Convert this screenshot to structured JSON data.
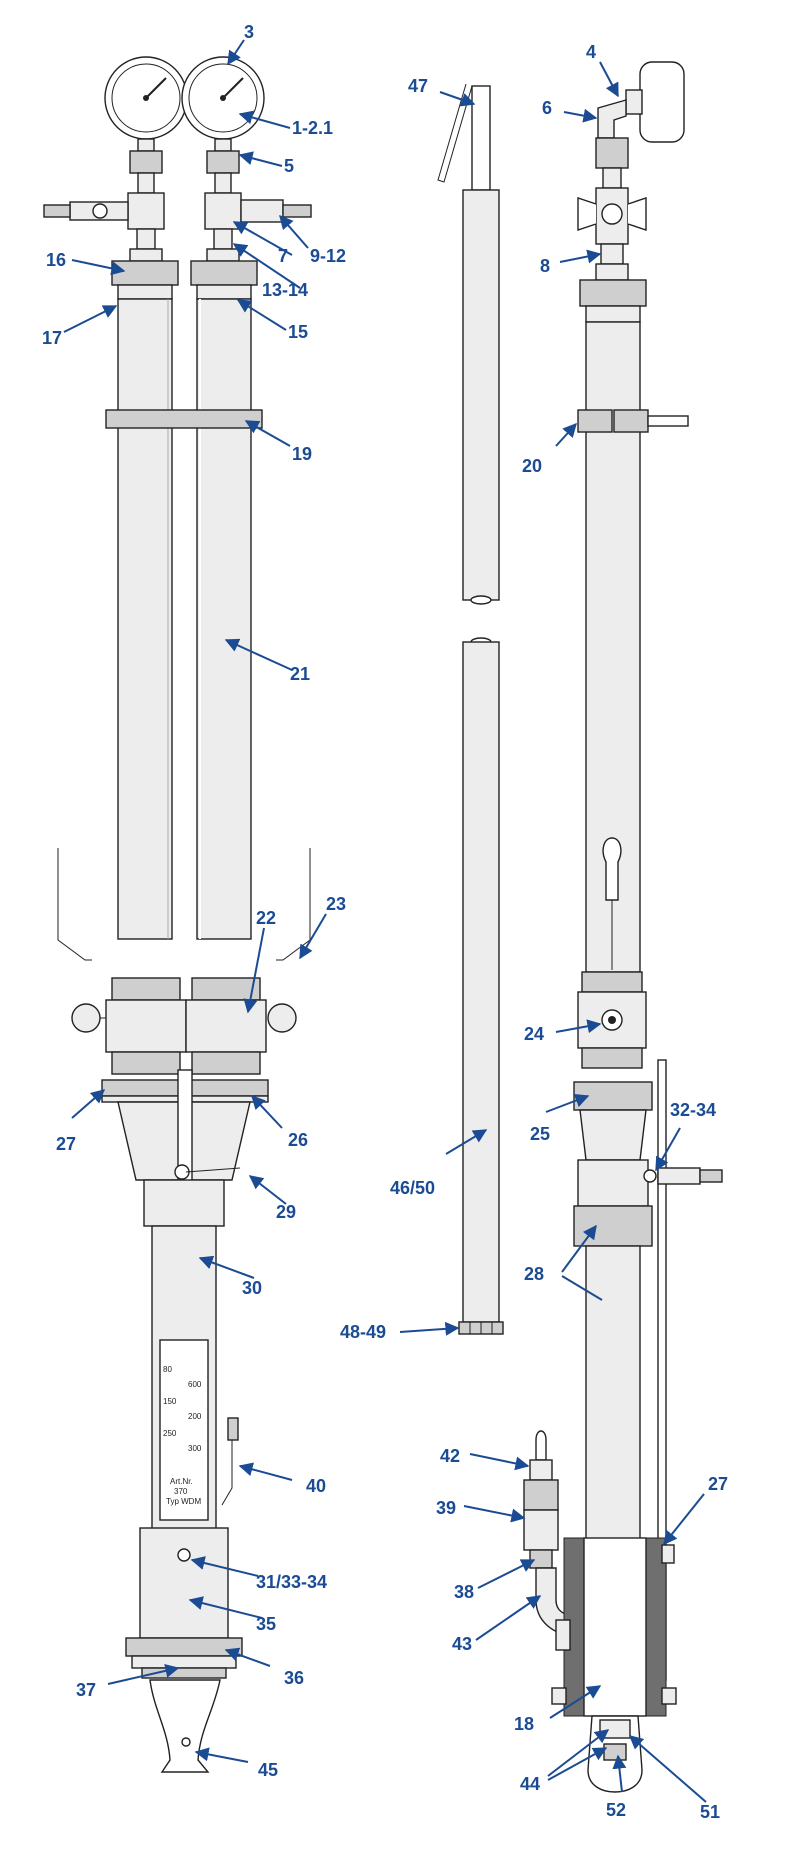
{
  "labels": {
    "l1": "1-2.1",
    "l3": "3",
    "l4": "4",
    "l5": "5",
    "l6": "6",
    "l7": "7",
    "l8": "8",
    "l9": "9-12",
    "l13": "13-14",
    "l15": "15",
    "l16": "16",
    "l17": "17",
    "l18": "18",
    "l19": "19",
    "l20": "20",
    "l21": "21",
    "l22": "22",
    "l23": "23",
    "l24": "24",
    "l25": "25",
    "l26": "26",
    "l27a": "27",
    "l27b": "27",
    "l28": "28",
    "l29": "29",
    "l30": "30",
    "l31": "31/33-34",
    "l32": "32-34",
    "l35": "35",
    "l36": "36",
    "l37": "37",
    "l38": "38",
    "l39": "39",
    "l40": "40",
    "l42": "42",
    "l43": "43",
    "l44": "44",
    "l45": "45",
    "l46": "46/50",
    "l47": "47",
    "l48": "48-49",
    "l51": "51",
    "l52": "52"
  },
  "scale_marks": {
    "left": [
      "80",
      "150",
      "250"
    ],
    "right": [
      "600",
      "200",
      "300"
    ]
  },
  "plate_text": [
    "Art.Nr.",
    "370",
    "Typ WDM"
  ],
  "colors": {
    "label": "#1b4b93",
    "line": "#222222",
    "fill": "#ededed"
  }
}
